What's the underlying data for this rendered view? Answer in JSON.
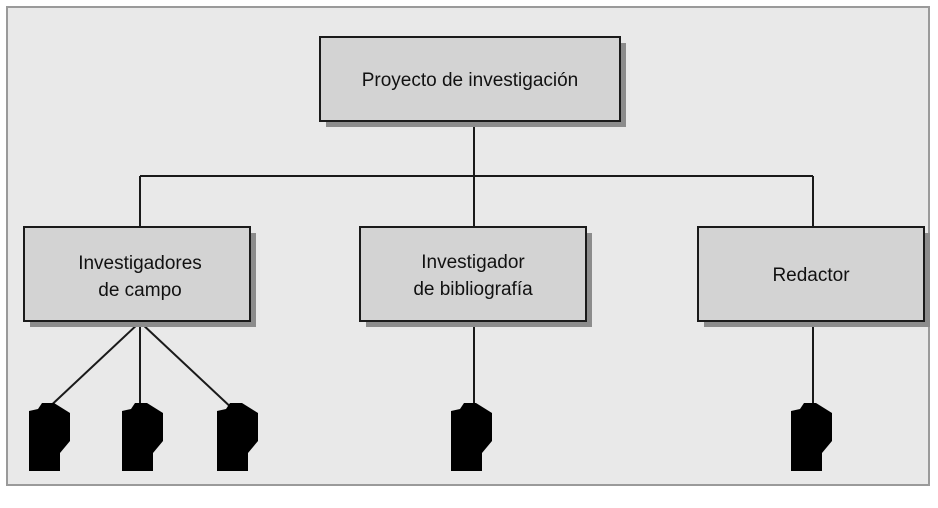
{
  "diagram": {
    "type": "org-chart",
    "colors": {
      "box_fill": "#d3d3d3",
      "box_shadow": "#8c8c8c",
      "background": "#e9e9e9",
      "line": "#1a1a1a"
    },
    "root": {
      "label": "Proyecto de investigación"
    },
    "children": [
      {
        "label_lines": [
          "Investigadores",
          "de campo"
        ],
        "people_icon": "person-icon",
        "people_count": 3
      },
      {
        "label_lines": [
          "Investigador",
          "de bibliografía"
        ],
        "people_icon": "person-icon",
        "people_count": 1
      },
      {
        "label_lines": [
          "Redactor"
        ],
        "people_icon": "person-icon",
        "people_count": 1
      }
    ]
  }
}
